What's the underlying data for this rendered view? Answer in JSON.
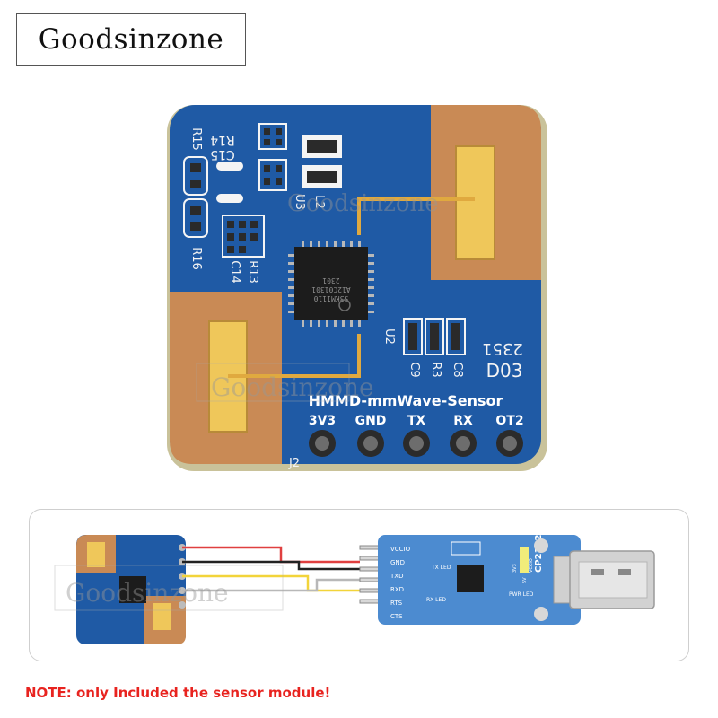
{
  "brand": {
    "label": "Goodsinzone"
  },
  "watermark": {
    "text": "Goodsinzone"
  },
  "sensor": {
    "title": "HMMD-mmWave-Sensor",
    "code": "D03",
    "code_digits": "2351",
    "chip_marking_1": "S3KM1110",
    "chip_marking_2": "A12C01301",
    "chip_marking_3": "2301",
    "connector_label": "J2",
    "pins": [
      "3V3",
      "GND",
      "TX",
      "RX",
      "OT2"
    ],
    "designators": {
      "r14": "R14",
      "c15": "C15",
      "r15": "R15",
      "r16": "R16",
      "r13": "R13",
      "c14": "C14",
      "u3": "U3",
      "l2": "L2",
      "u2": "U2",
      "c9": "C9",
      "r3": "R3",
      "c8": "C8"
    },
    "colors": {
      "pcb": "#1f5aa5",
      "copper": "#c98a55",
      "gold": "#efc75a",
      "chip": "#1c1c1c"
    }
  },
  "adapter": {
    "model": "CP2102",
    "pins": [
      "VCCIO",
      "GND",
      "TXD",
      "RXD",
      "RTS",
      "CTS"
    ],
    "led_labels": {
      "tx": "TX LED",
      "rx": "RX LED",
      "pwr": "PWR LED"
    },
    "voltage_labels": [
      "3V3",
      "VCCIO",
      "5V"
    ],
    "board_color": "#4c8bd0"
  },
  "wires": {
    "colors": [
      "#e04040",
      "#222222",
      "#f2d43a",
      "#b8b8b8"
    ]
  },
  "note": {
    "text": "NOTE: only Included the sensor module!"
  }
}
